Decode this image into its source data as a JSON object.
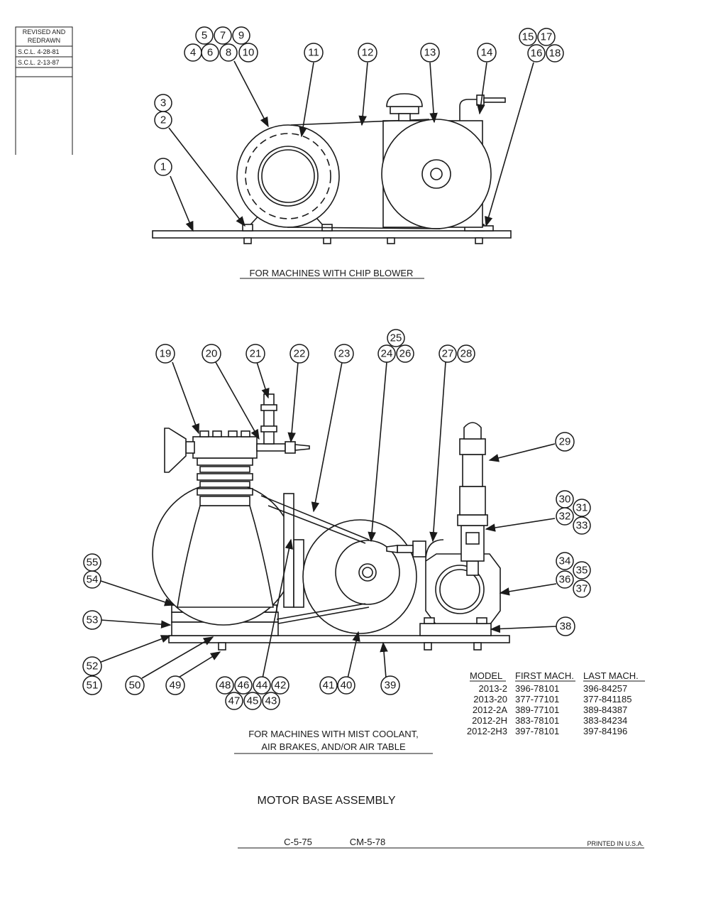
{
  "revision_box": {
    "header_line1": "REVISED AND",
    "header_line2": "REDRAWN",
    "rows": [
      "S.C.L. 4-28-81",
      "S.C.L. 2-13-87"
    ]
  },
  "top_diagram": {
    "caption": "FOR MACHINES WITH CHIP BLOWER",
    "bubbles": [
      "1",
      "2",
      "3",
      "4",
      "5",
      "6",
      "7",
      "8",
      "9",
      "10",
      "11",
      "12",
      "13",
      "14",
      "15",
      "16",
      "17",
      "18"
    ]
  },
  "bottom_diagram": {
    "caption_line1": "FOR MACHINES WITH MIST COOLANT,",
    "caption_line2": "AIR BRAKES, AND/OR AIR TABLE",
    "bubbles": [
      "19",
      "20",
      "21",
      "22",
      "23",
      "24",
      "25",
      "26",
      "27",
      "28",
      "29",
      "30",
      "31",
      "32",
      "33",
      "34",
      "35",
      "36",
      "37",
      "38",
      "39",
      "40",
      "41",
      "42",
      "43",
      "44",
      "45",
      "46",
      "47",
      "48",
      "49",
      "50",
      "51",
      "52",
      "53",
      "54",
      "55"
    ]
  },
  "model_table": {
    "headers": [
      "MODEL",
      "FIRST MACH.",
      "LAST MACH."
    ],
    "rows": [
      [
        "2013-2",
        "396-78101",
        "396-84257"
      ],
      [
        "2013-20",
        "377-77101",
        "377-841185"
      ],
      [
        "2012-2A",
        "389-77101",
        "389-84387"
      ],
      [
        "2012-2H",
        "383-78101",
        "383-84234"
      ],
      [
        "2012-2H3",
        "397-78101",
        "397-84196"
      ]
    ]
  },
  "title": "MOTOR BASE ASSEMBLY",
  "footer": {
    "code1": "C-5-75",
    "code2": "CM-5-78",
    "printed": "PRINTED IN U.S.A."
  }
}
